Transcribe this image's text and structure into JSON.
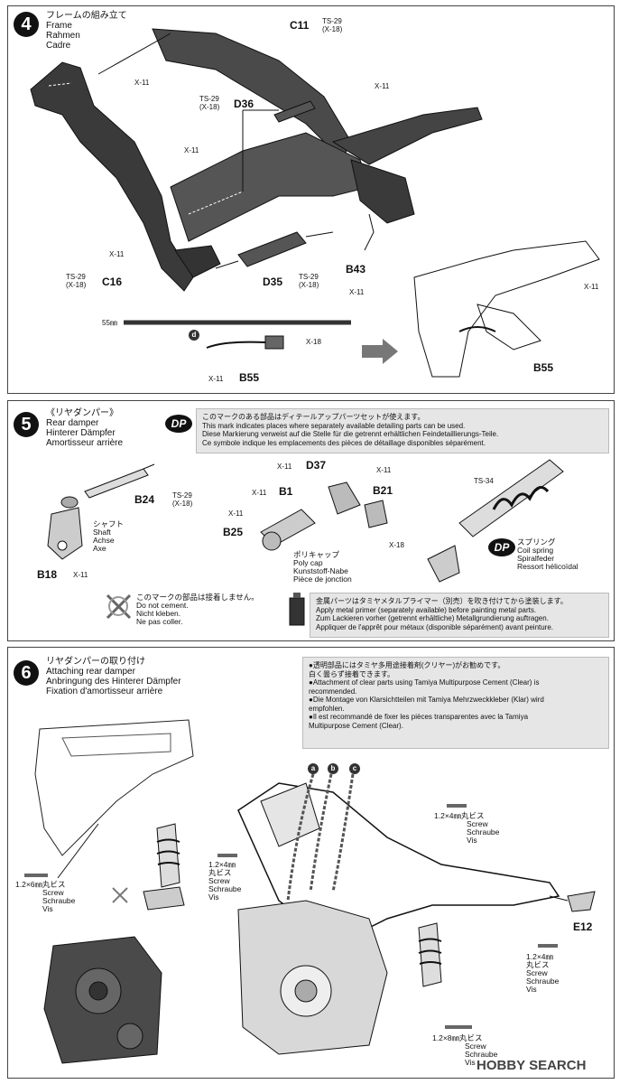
{
  "step4": {
    "number": "4",
    "title_jp": "フレームの組み立て",
    "title_en": "Frame",
    "title_de": "Rahmen",
    "title_fr": "Cadre",
    "parts": {
      "c11": "C11",
      "c11_paint": "TS-29",
      "c11_paint2": "(X-18)",
      "d36": "D36",
      "d36_paint": "TS-29",
      "d36_paint2": "(X-18)",
      "c16": "C16",
      "c16_paint": "TS-29",
      "c16_paint2": "(X-18)",
      "d35": "D35",
      "d35_paint": "TS-29",
      "d35_paint2": "(X-18)",
      "b43": "B43",
      "b43_paint": "X-11",
      "b55": "B55",
      "b55_paint": "X-11",
      "b55_detail": "B55",
      "d_tag": "d",
      "x18": "X-18"
    },
    "x11": "X-11",
    "length": "55㎜"
  },
  "step5": {
    "number": "5",
    "title_jp": "《リヤダンパー》",
    "title_en": "Rear damper",
    "title_de": "Hinterer Dämpfer",
    "title_fr": "Amortisseur arrière",
    "dp_label": "DP",
    "dp_note": [
      "このマークのある部品はディテールアップパーツセットが使えます。",
      "This mark indicates places where separately available detailing parts can be used.",
      "Diese Markierung verweist auf die Stelle für die getrennt erhältlichen Feindetaillierungs-Teile.",
      "Ce symbole indique les emplacements des pièces de détaillage disponibles séparément."
    ],
    "parts": {
      "b24": "B24",
      "b24_paint": "TS-29",
      "b24_paint2": "(X-18)",
      "b18": "B18",
      "b18_paint": "X-11",
      "d37": "D37",
      "d37_paint": "X-11",
      "b1": "B1",
      "b1_paint": "X-11",
      "b21": "B21",
      "b21_paint": "X-11",
      "b21_paint2": "X-18",
      "b25": "B25",
      "b25_paint": "X-11",
      "ts34": "TS-34"
    },
    "shaft": [
      "シャフト",
      "Shaft",
      "Achse",
      "Axe"
    ],
    "polycap": [
      "ポリキャップ",
      "Poly cap",
      "Kunststoff-Nabe",
      "Pièce de jonction"
    ],
    "spring": [
      "スプリング",
      "Coil spring",
      "Spiralfeder",
      "Ressort hélicoïdal"
    ],
    "nocement": [
      "このマークの部品は接着しません。",
      "Do not cement.",
      "Nicht kleben.",
      "Ne pas coller."
    ],
    "metal_primer": [
      "金属パーツはタミヤメタルプライマー（別売）を吹き付けてから塗装します。",
      "Apply metal primer (separately available) before painting metal parts.",
      "Zum Lackieren vorher (getrennt erhältliche) Metallgrundierung auftragen.",
      "Appliquer de l'apprêt pour métaux (disponible séparément) avant peinture."
    ]
  },
  "step6": {
    "number": "6",
    "title_jp": "リヤダンパーの取り付け",
    "title_en": "Attaching rear damper",
    "title_de": "Anbringung des Hinterer Dämpfer",
    "title_fr": "Fixation d'amortisseur arrière",
    "cement_note": [
      "●透明部品にはタミヤ多用途接着剤(クリヤー)がお勧めです。",
      "白く曇らず接着できます。",
      "●Attachment of clear parts using Tamiya Multipurpose Cement (Clear) is",
      "recommended.",
      "●Die Montage von Klarsichtteilen mit Tamiya Mehrzweckkleber (Klar) wird",
      "empfohlen.",
      "●Il est recommandé de fixer les pièces transparentes avec la Tamiya",
      "Multipurpose Cement (Clear)."
    ],
    "screw_left": [
      "1.2×6㎜丸ビス",
      "Screw",
      "Schraube",
      "Vis"
    ],
    "screw_4a": [
      "1.2×4㎜",
      "丸ビス",
      "Screw",
      "Schraube",
      "Vis"
    ],
    "screw_4b": [
      "1.2×4㎜丸ビス",
      "Screw",
      "Schraube",
      "Vis"
    ],
    "screw_4c": [
      "1.2×4㎜",
      "丸ビス",
      "Screw",
      "Schraube",
      "Vis"
    ],
    "screw_8": [
      "1.2×8㎜丸ビス",
      "Screw",
      "Schraube",
      "Vis"
    ],
    "e12": "E12",
    "tags": [
      "a",
      "b",
      "c"
    ]
  },
  "watermark": "HOBBY SEARCH"
}
